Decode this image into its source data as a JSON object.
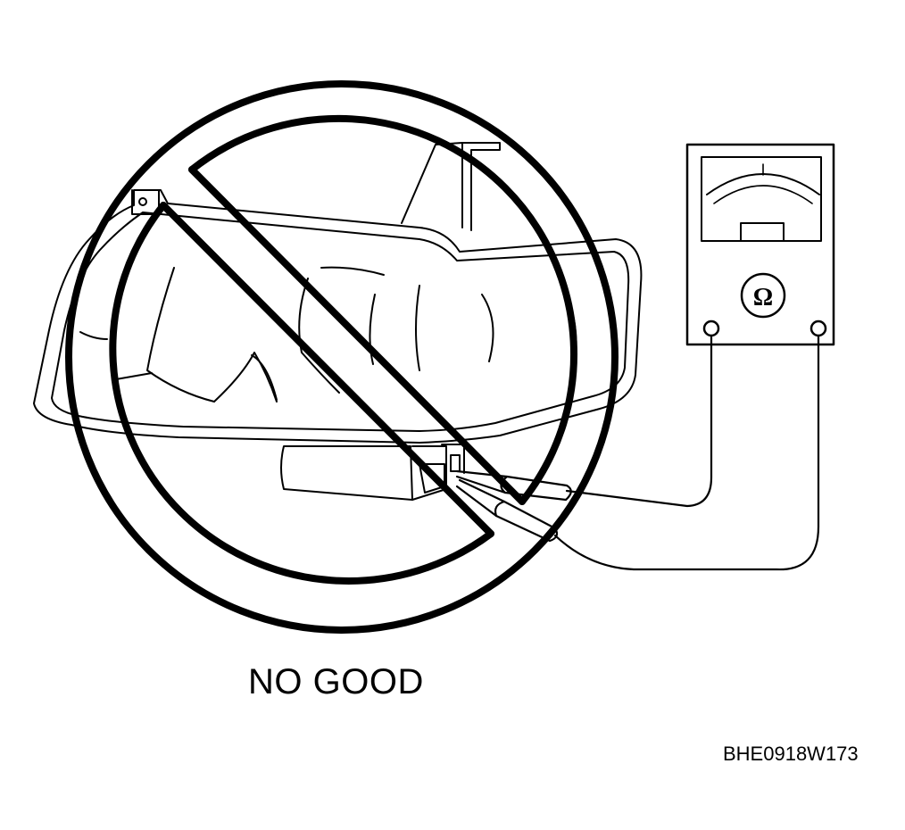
{
  "caption": "NO GOOD",
  "figure_code": "BHE0918W173",
  "meter": {
    "symbol": "Ω",
    "name": "ohmmeter"
  },
  "colors": {
    "line": "#000000",
    "background": "#ffffff"
  }
}
